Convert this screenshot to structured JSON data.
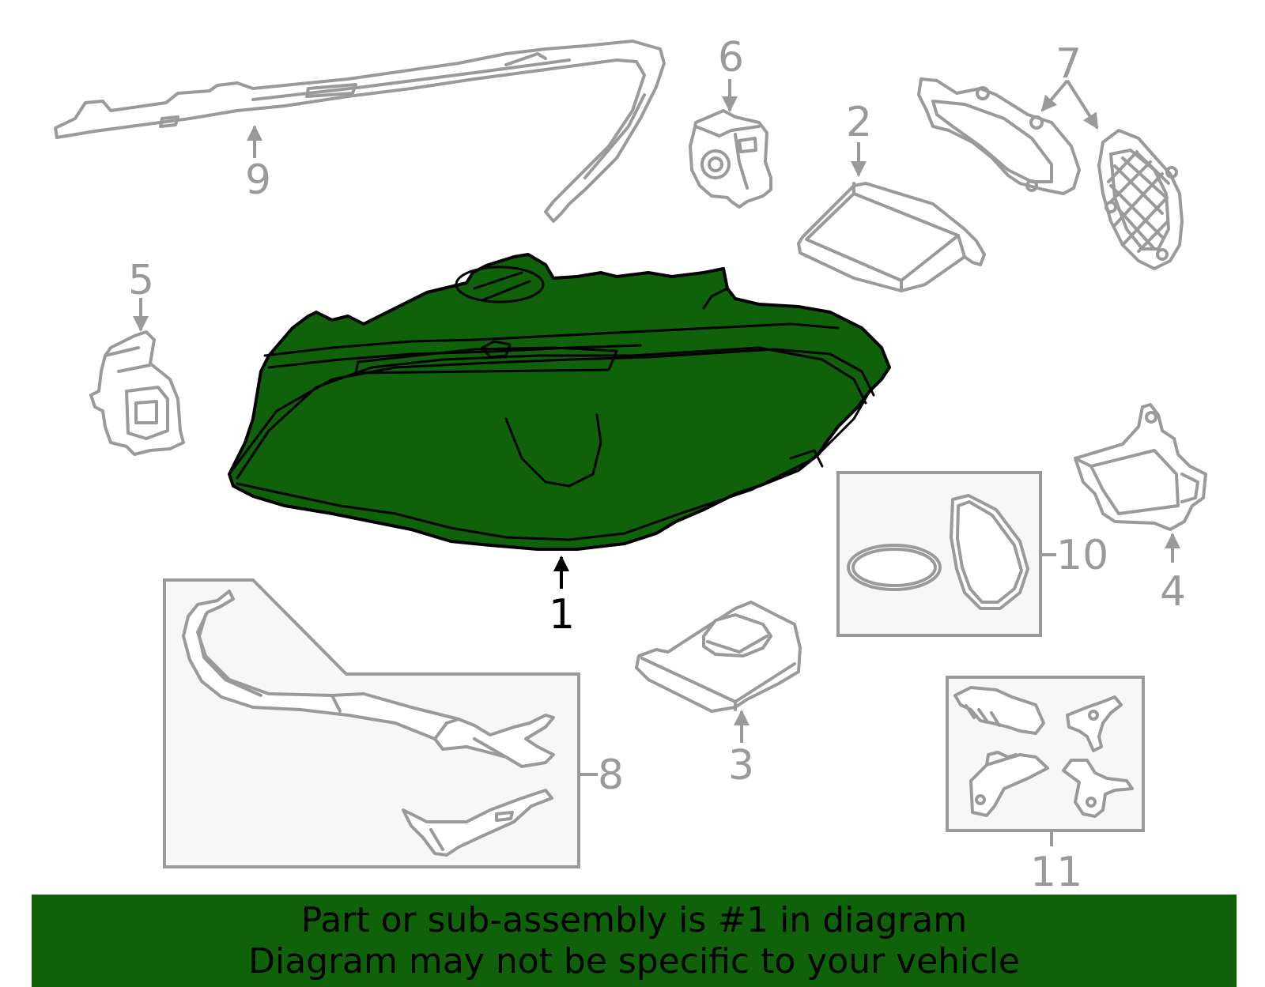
{
  "colors": {
    "highlight": "#0f620a",
    "part_outline": "#9a9a9a",
    "kit_background": "#f7f7f7"
  },
  "callouts": {
    "c1": "1",
    "c2": "2",
    "c3": "3",
    "c4": "4",
    "c5": "5",
    "c6": "6",
    "c7": "7",
    "c8": "8",
    "c9": "9",
    "c10": "10",
    "c11": "11"
  },
  "banner": {
    "line1": "Part or sub-assembly is #1 in diagram",
    "line2": "Diagram may not be specific to your vehicle"
  }
}
